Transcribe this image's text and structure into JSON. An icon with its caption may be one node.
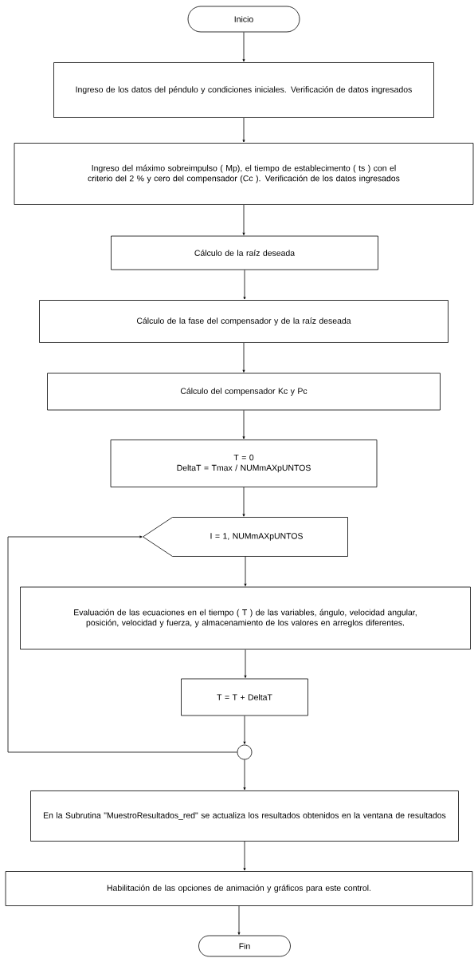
{
  "diagram": {
    "nodes": [
      {
        "text": [
          "Inicio"
        ]
      },
      {
        "text": [
          "Ingreso de los datos del péndulo y condiciones iniciales. Verificación de datos ingresados"
        ]
      },
      {
        "text": [
          "Ingreso del máximo sobreimpulso ( Mp), el tiempo de establecimento ( ts ) con el criterio del 2 % y cero del compensador (Cc ). Verificación de los datos ingresados"
        ]
      },
      {
        "text": [
          "Cálculo de la raíz deseada"
        ]
      },
      {
        "text": [
          "Cálculo de la fase del compensador y de la raíz deseada"
        ]
      },
      {
        "text": [
          "Cálculo del compensador Kc  y  Pc"
        ]
      },
      {
        "text": [
          "T = 0",
          "DeltaT = Tmax / NUMmAXpUNTOS"
        ]
      },
      {
        "text": [
          "I = 1,  NUMmAXpUNTOS"
        ]
      },
      {
        "text": [
          "Evaluación  de las ecuaciones en el tiempo (  T ) de las variables, ángulo, velocidad angular, posición, velocidad y fuerza, y almacenamiento de los valores en arreglos diferentes."
        ]
      },
      {
        "text": [
          "T = T + DeltaT"
        ]
      },
      {
        "text": [],
        "shape": "circle"
      },
      {
        "text": [
          "En la Subrutina \"MuestroResultados_red\"  se actualiza los resultados obtenidos  en la ventana de resultados"
        ]
      },
      {
        "text": [
          "Habilitación de las opciones de animación y gráficos para este control."
        ]
      },
      {
        "text": [
          "Fin"
        ]
      }
    ],
    "edges": [
      {
        "from": 0,
        "to": 1,
        "arrow": "to"
      },
      {
        "from": 1,
        "to": 2,
        "arrow": "to"
      },
      {
        "from": 2,
        "to": 3,
        "arrow": "to"
      },
      {
        "from": 3,
        "to": 4,
        "arrow": "to"
      },
      {
        "from": 4,
        "to": 5,
        "arrow": "to"
      },
      {
        "from": 5,
        "to": 6,
        "arrow": "to"
      },
      {
        "from": 6,
        "to": 7,
        "arrow": "to"
      },
      {
        "from": 7,
        "to": 8,
        "arrow": "to"
      },
      {
        "from": 8,
        "to": 9,
        "arrow": "to"
      },
      {
        "from": 9,
        "to": 10,
        "arrow": "to"
      },
      {
        "from": 10,
        "to": 7,
        "arrow": "to"
      },
      {
        "from": 10,
        "to": 11,
        "arrow": "to"
      },
      {
        "from": 11,
        "to": 12,
        "arrow": "to"
      },
      {
        "from": 12,
        "to": 13,
        "arrow": "to"
      }
    ]
  }
}
